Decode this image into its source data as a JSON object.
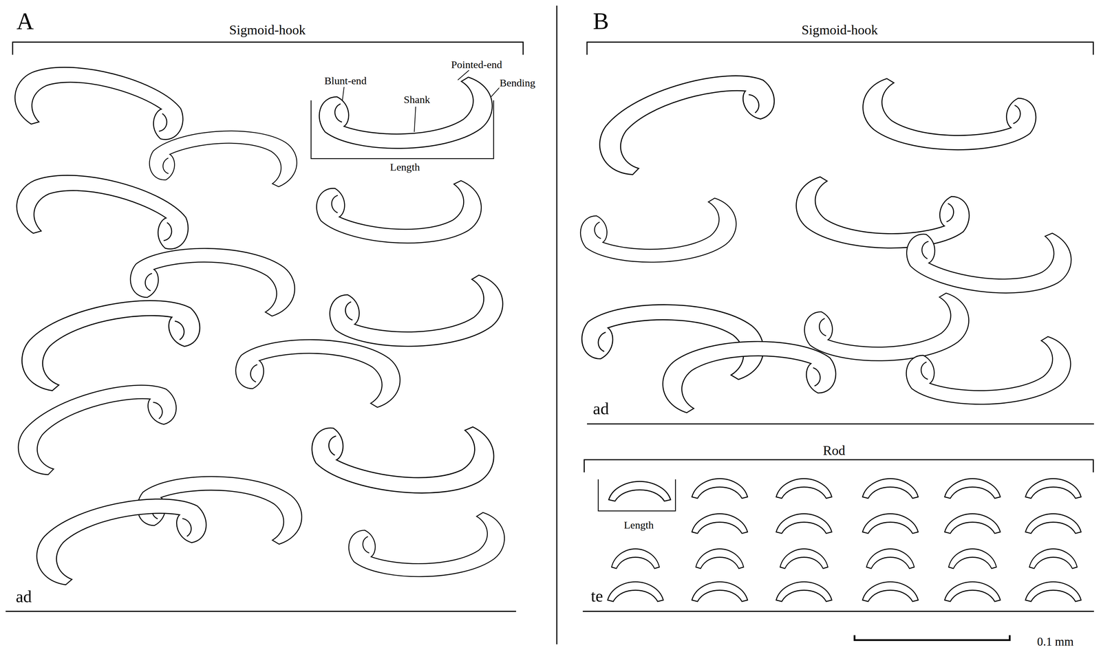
{
  "diagram": {
    "labels": [
      "A",
      "Sigmoid-hook",
      "Blunt-end",
      "Pointed-end",
      "Shank",
      "Bending",
      "Length",
      "ad",
      "B",
      "Sigmoid-hook",
      "ad",
      "Rod",
      "Length",
      "te",
      "0.1 mm"
    ]
  }
}
